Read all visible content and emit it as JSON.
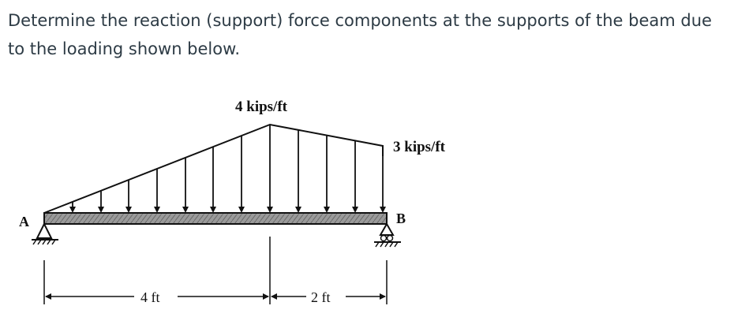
{
  "question": {
    "text": "Determine the reaction (support) force components at the supports of the beam due to the loading shown below."
  },
  "diagram": {
    "load_peak_label": "4 kips/ft",
    "load_end_label": "3 kips/ft",
    "support_a_label": "A",
    "support_b_label": "B",
    "span_1_label": "4 ft",
    "span_2_label": "2 ft",
    "load_peak_value": 4,
    "load_end_value": 3,
    "span_1_length": 4,
    "span_2_length": 2
  }
}
